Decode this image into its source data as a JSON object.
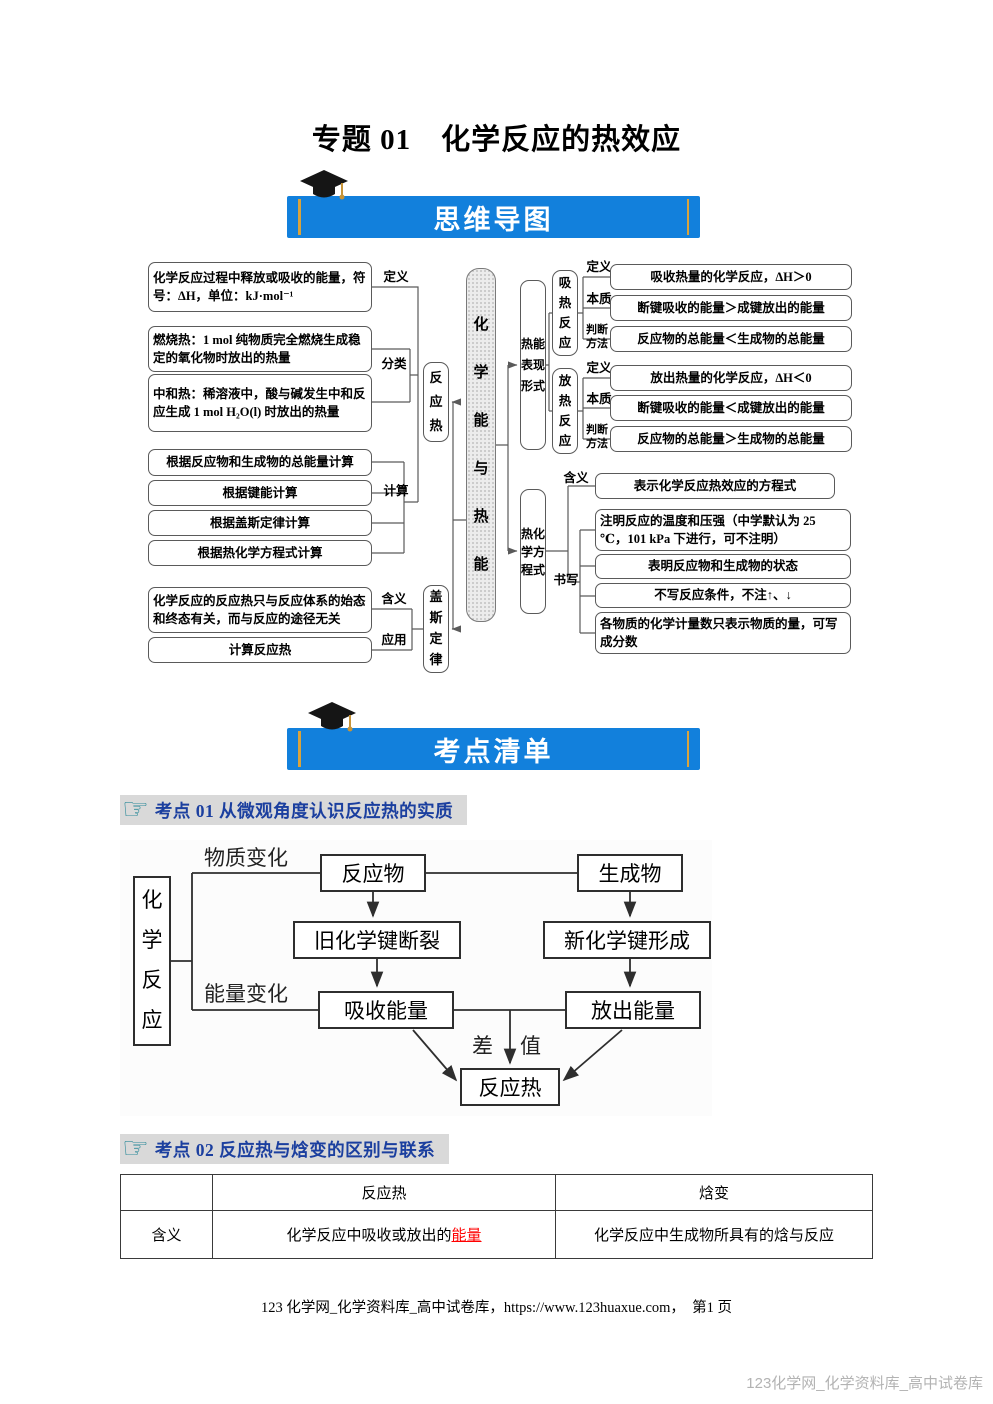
{
  "page": {
    "title": "专题 01　化学反应的热效应",
    "footer": "123 化学网_化学资料库_高中试卷库，https://www.123huaxue.com，　第1 页",
    "watermark": "123化学网_化学资料库_高中试卷库"
  },
  "colors": {
    "banner_blue": "#1280dc",
    "stripe_gold": "#d9a33c",
    "heading_blue": "#1b3f9f",
    "heading_bg": "#d9d9d9",
    "hand_teal": "#2e8b9a",
    "highlight_red": "#ff0000"
  },
  "icons": {
    "hand": "☞"
  },
  "banners": {
    "mindmap": "思维导图",
    "kaodian": "考点清单"
  },
  "headings": {
    "k1": "考点 01 从微观角度认识反应热的实质",
    "k2": "考点 02 反应热与焓变的区别与联系"
  },
  "mindmap": {
    "center": "化学能与热能",
    "reaction_heat": {
      "node": "反应热",
      "label_def": "定义",
      "label_class": "分类",
      "label_calc": "计算",
      "def": "化学反应过程中释放或吸收的能量，符号：ΔH，单位：kJ·mol⁻¹",
      "combustion": "燃烧热：1 mol 纯物质完全燃烧生成稳定的氧化物时放出的热量",
      "neutralization": "中和热：稀溶液中，酸与碱发生中和反应生成 1 mol H₂O(l) 时放出的热量",
      "calc1": "根据反应物和生成物的总能量计算",
      "calc2": "根据键能计算",
      "calc3": "根据盖斯定律计算",
      "calc4": "根据热化学方程式计算"
    },
    "hess": {
      "node": "盖斯定律",
      "label_meaning": "含义",
      "label_apply": "应用",
      "meaning": "化学反应的反应热只与反应体系的始态和终态有关，而与反应的途径无关",
      "apply": "计算反应热"
    },
    "heat_forms": {
      "node": "热能表现形式",
      "endo": {
        "node": "吸热反应",
        "label_def": "定义",
        "label_essence": "本质",
        "label_judge": "判断方法",
        "def": "吸收热量的化学反应，ΔH＞0",
        "essence": "断键吸收的能量＞成键放出的能量",
        "judge": "反应物的总能量＜生成物的总能量"
      },
      "exo": {
        "node": "放热反应",
        "label_def": "定义",
        "label_essence": "本质",
        "label_judge": "判断方法",
        "def": "放出热量的化学反应，ΔH＜0",
        "essence": "断键吸收的能量＜成键放出的能量",
        "judge": "反应物的总能量＞生成物的总能量"
      }
    },
    "thermo_eq": {
      "node": "热化学方程式",
      "label_meaning": "含义",
      "label_write": "书写",
      "meaning": "表示化学反应热效应的方程式",
      "write1": "注明反应的温度和压强（中学默认为 25 ℃，101 kPa 下进行，可不注明）",
      "write2": "表明反应物和生成物的状态",
      "write3": "不写反应条件，不注↑、↓",
      "write4": "各物质的化学计量数只表示物质的量，可写成分数"
    }
  },
  "flowchart": {
    "root": "化学反应",
    "branch_top": "物质变化",
    "branch_bottom": "能量变化",
    "reactants": "反应物",
    "products": "生成物",
    "old_bonds": "旧化学键断裂",
    "new_bonds": "新化学键形成",
    "absorb": "吸收能量",
    "release": "放出能量",
    "diff_left": "差",
    "diff_right": "值",
    "result": "反应热"
  },
  "table": {
    "header_reaction": "反应热",
    "header_enthalpy": "焓变",
    "row_label": "含义",
    "cell_reaction_prefix": "化学反应中吸收或放出的",
    "cell_reaction_highlight": "能量",
    "cell_enthalpy": "化学反应中生成物所具有的焓与反应"
  }
}
